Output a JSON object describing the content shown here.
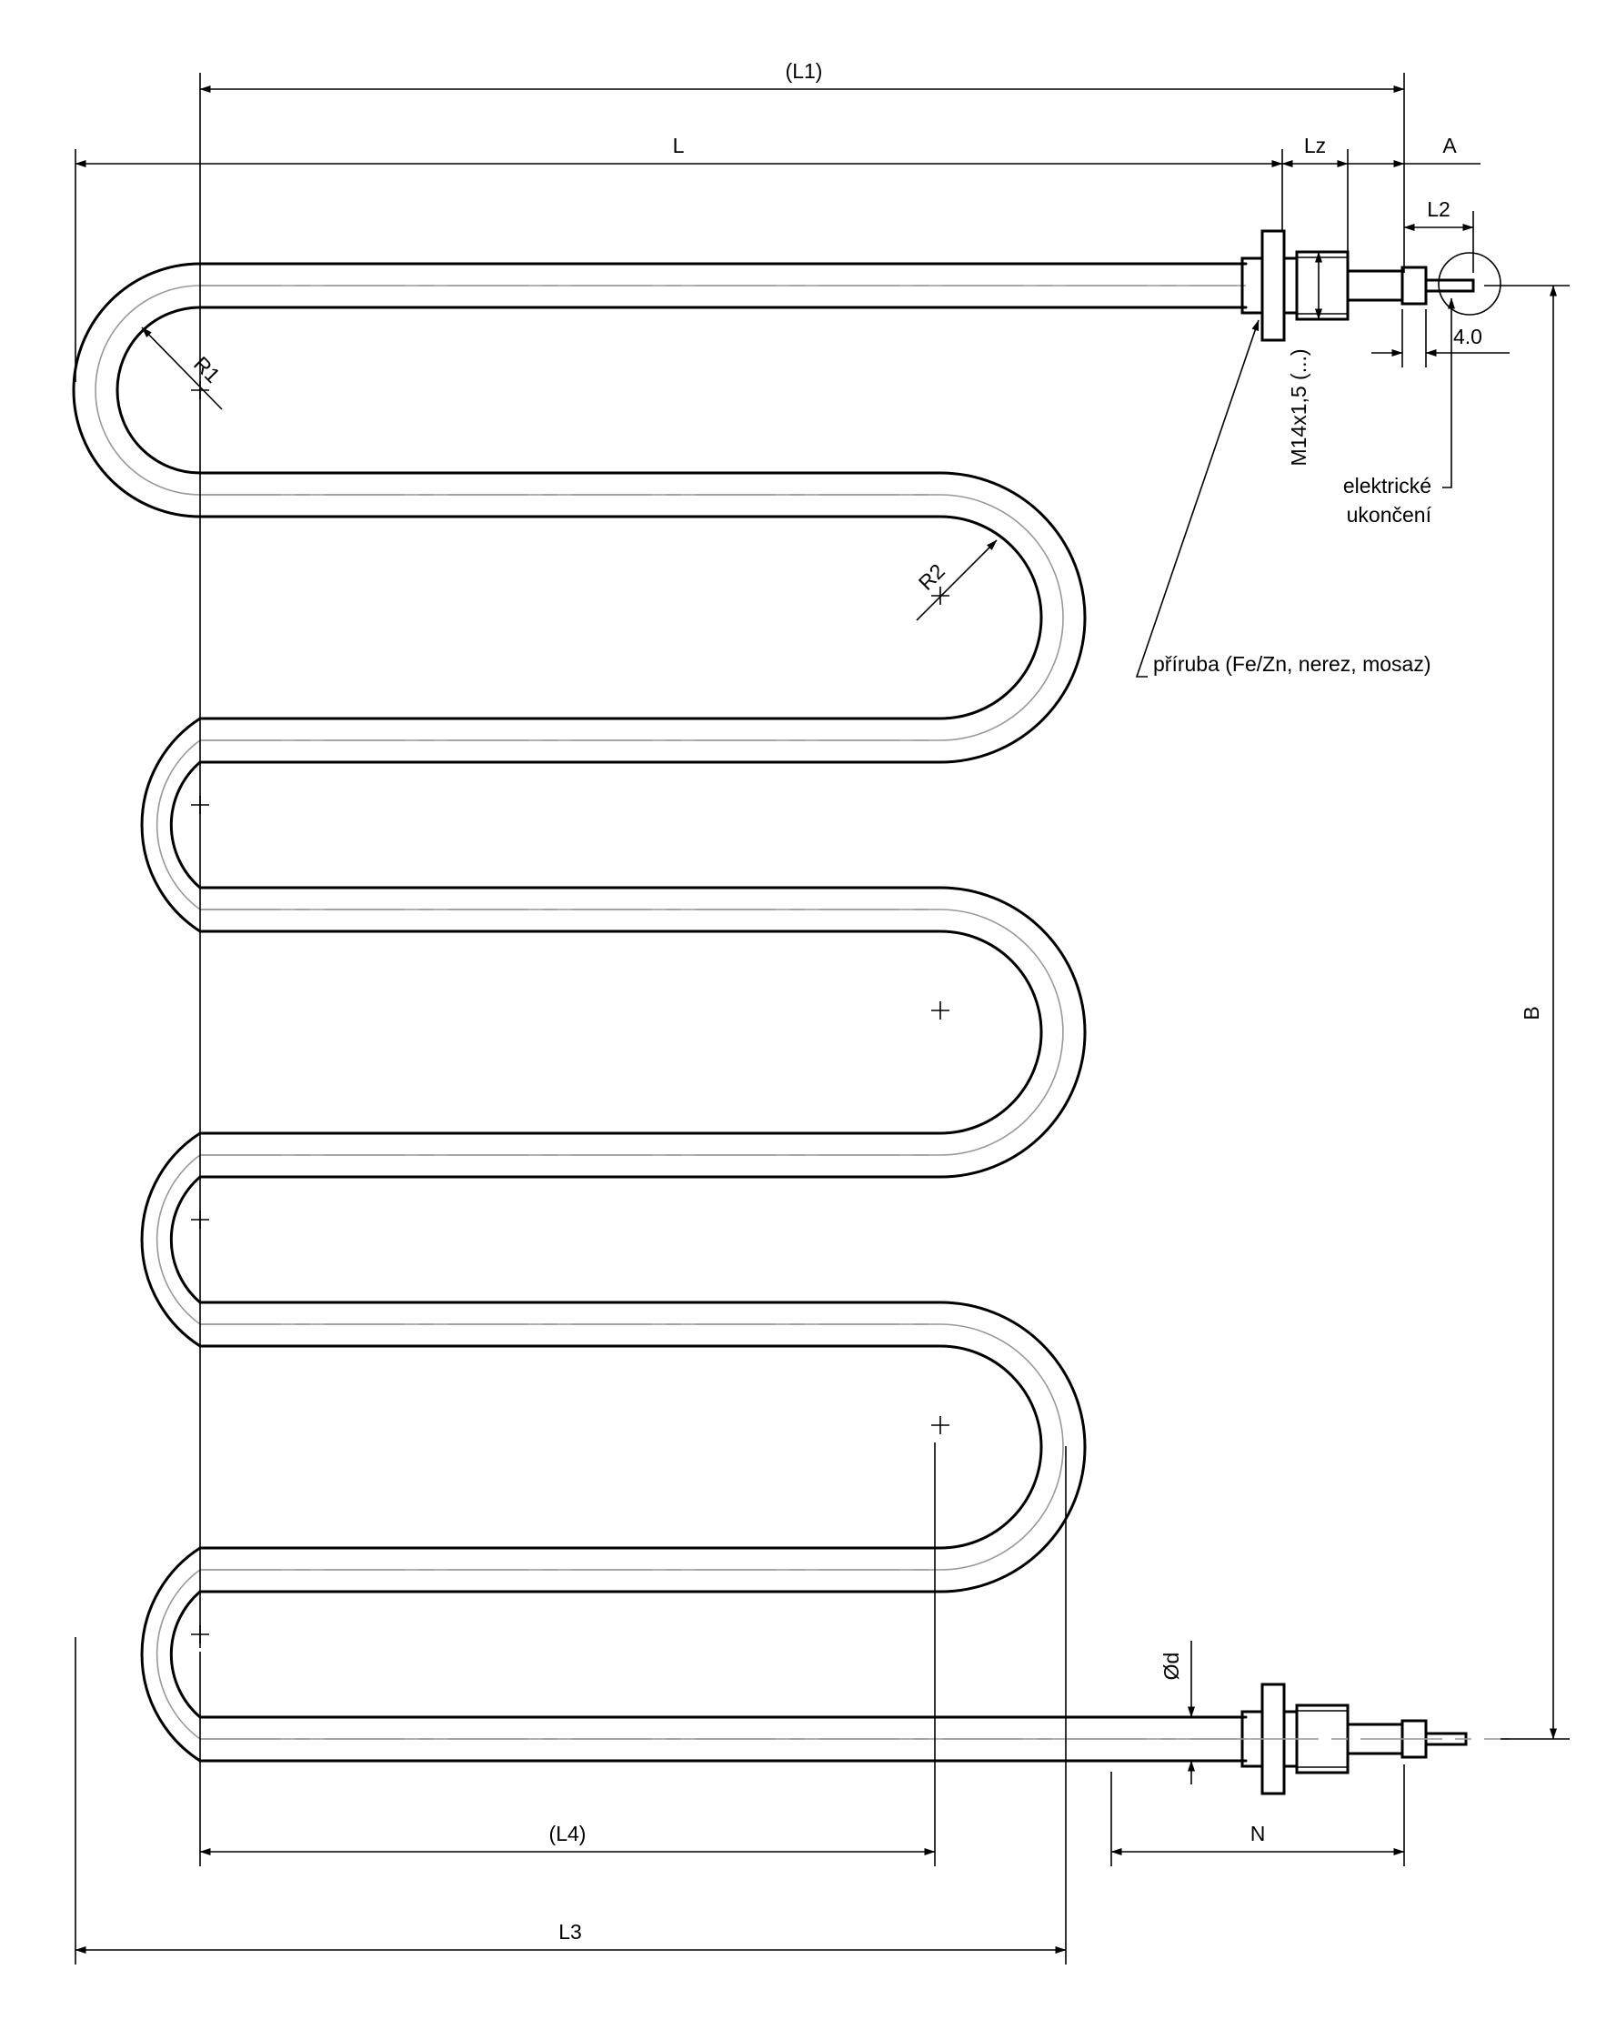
{
  "dimensions": {
    "L1": "(L1)",
    "L": "L",
    "Lz": "Lz",
    "A": "A",
    "L2": "L2",
    "four": "4.0",
    "R1": "R1",
    "R2": "R2",
    "thread": "M14x1,5 (...)",
    "B": "B",
    "d": "Ød",
    "L4": "(L4)",
    "N": "N",
    "L3": "L3"
  },
  "notes": {
    "terminal_line1": "elektrické",
    "terminal_line2": "ukončení",
    "flange": "příruba (Fe/Zn, nerez, mosaz)"
  },
  "colors": {
    "ink": "#000000",
    "centerline": "#999999",
    "background": "#ffffff"
  }
}
